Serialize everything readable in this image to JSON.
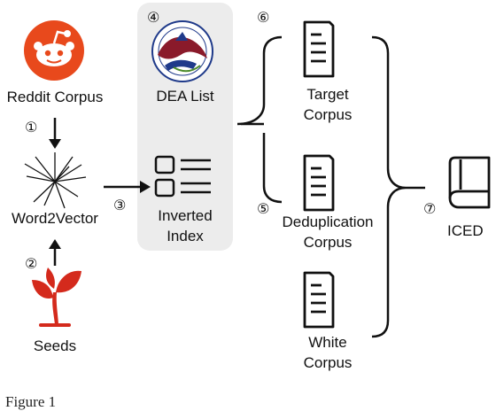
{
  "nodes": {
    "reddit": {
      "label": "Reddit Corpus"
    },
    "word2vec": {
      "label": "Word2Vector"
    },
    "seeds": {
      "label": "Seeds"
    },
    "dea": {
      "label": "DEA List"
    },
    "inverted": {
      "label_line1": "Inverted",
      "label_line2": "Index"
    },
    "target": {
      "label_line1": "Target",
      "label_line2": "Corpus"
    },
    "dedup": {
      "label_line1": "Deduplication",
      "label_line2": "Corpus"
    },
    "white": {
      "label_line1": "White",
      "label_line2": "Corpus"
    },
    "iced": {
      "label": "ICED"
    }
  },
  "steps": {
    "s1": "①",
    "s2": "②",
    "s3": "③",
    "s4": "④",
    "s5": "⑤",
    "s6": "⑥",
    "s7": "⑦"
  },
  "caption_fragment": "Figure 1",
  "colors": {
    "reddit": "#e8491c",
    "seeds": "#d42a1c",
    "panel": "#ececec",
    "ink": "#111111",
    "seal_red": "#8a1a2a",
    "seal_blue": "#1f3a8a"
  }
}
